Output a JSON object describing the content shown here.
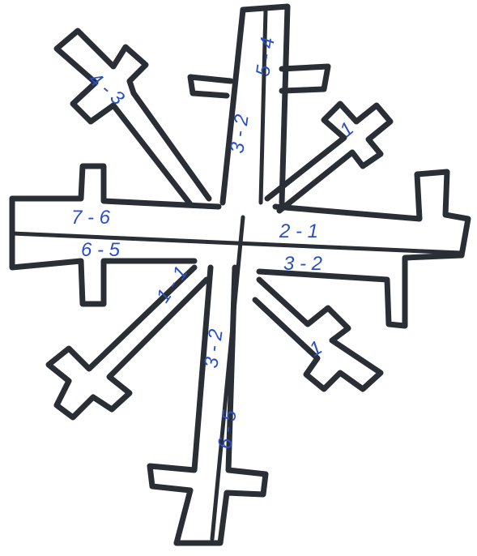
{
  "drawing": {
    "subject": "snowflake",
    "ink_color": "#2a2f35",
    "label_color": "#2a4fc4"
  },
  "labels": {
    "upper_left_arm": "4 - 3",
    "upper_vertical_top": "5 - 4",
    "upper_vertical_mid": "3 - 2",
    "upper_right_arm": "1",
    "left_upper_row": "7 - 6",
    "left_lower_row": "6 - 5",
    "right_upper_row": "2 - 1",
    "right_lower_row": "3 - 2",
    "lower_left_arm": "1 - 1",
    "lower_vertical_upper": "3 - 2",
    "lower_vertical_lower": "6 - 5",
    "lower_right_arm": "1"
  }
}
